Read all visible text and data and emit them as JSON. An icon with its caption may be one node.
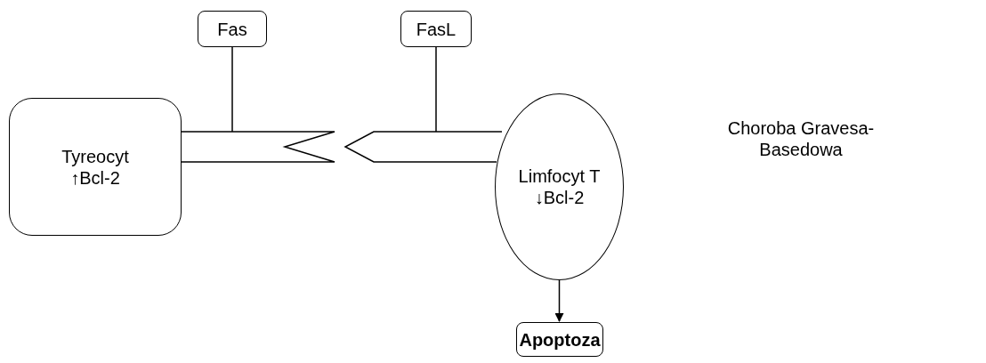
{
  "diagram": {
    "nodes": [
      {
        "text": [
          "Fas"
        ]
      },
      {
        "text": [
          "FasL"
        ]
      },
      {
        "text": [
          "Tyreocyt ↑Bcl-2"
        ]
      },
      {
        "text": [],
        "shape": "bar"
      },
      {
        "text": [],
        "shape": "bar"
      },
      {
        "text": [
          "Limfocyt T ↓Bcl-2"
        ]
      },
      {
        "text": [
          "Apoptoza"
        ]
      }
    ],
    "edges": [
      {
        "from": 0,
        "to": 3,
        "arrow": "none"
      },
      {
        "from": 1,
        "to": 4,
        "arrow": "none"
      },
      {
        "from": 5,
        "to": 6,
        "arrow": "to"
      }
    ],
    "labels": [
      "Choroba Gravesa-Basedowa"
    ]
  }
}
